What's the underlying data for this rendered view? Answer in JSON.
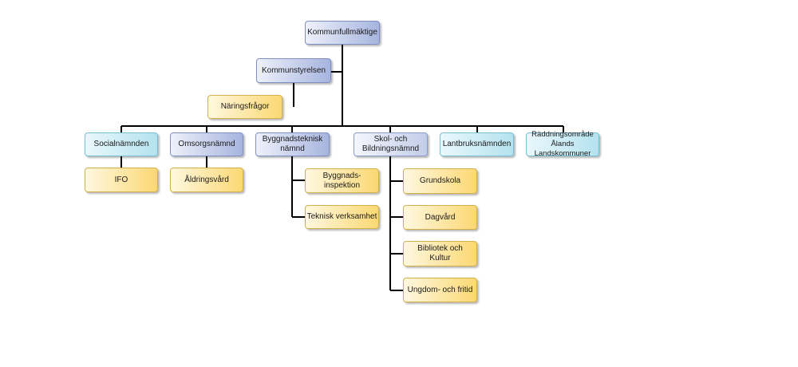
{
  "nodes": {
    "kommunfullmaktige": "Kommunfullmäktige",
    "kommunstyrelsen": "Kommunstyrelsen",
    "naringsfragor": "Näringsfrågor",
    "socialnamnden": "Socialnämnden",
    "omsorgsnamnd": "Omsorgsnämnd",
    "byggnadsteknisk": "Byggnadsteknisk\nnämnd",
    "skol_bildning": "Skol- och\nBildningsnämnd",
    "lantbruksnamnden": "Lantbruksnämnden",
    "raddningsomrade": "Räddningsområde\nÅlands Landskommuner",
    "ifo": "IFO",
    "aldringsvard": "Åldringsvård",
    "byggnadsinspektion": "Byggnads-\ninspektion",
    "teknisk_verksamhet": "Teknisk verksamhet",
    "grundskola": "Grundskola",
    "dagvard": "Dagvård",
    "bibliotek": "Bibliotek och\nKultur",
    "ungdom": "Ungdom- och fritid"
  }
}
